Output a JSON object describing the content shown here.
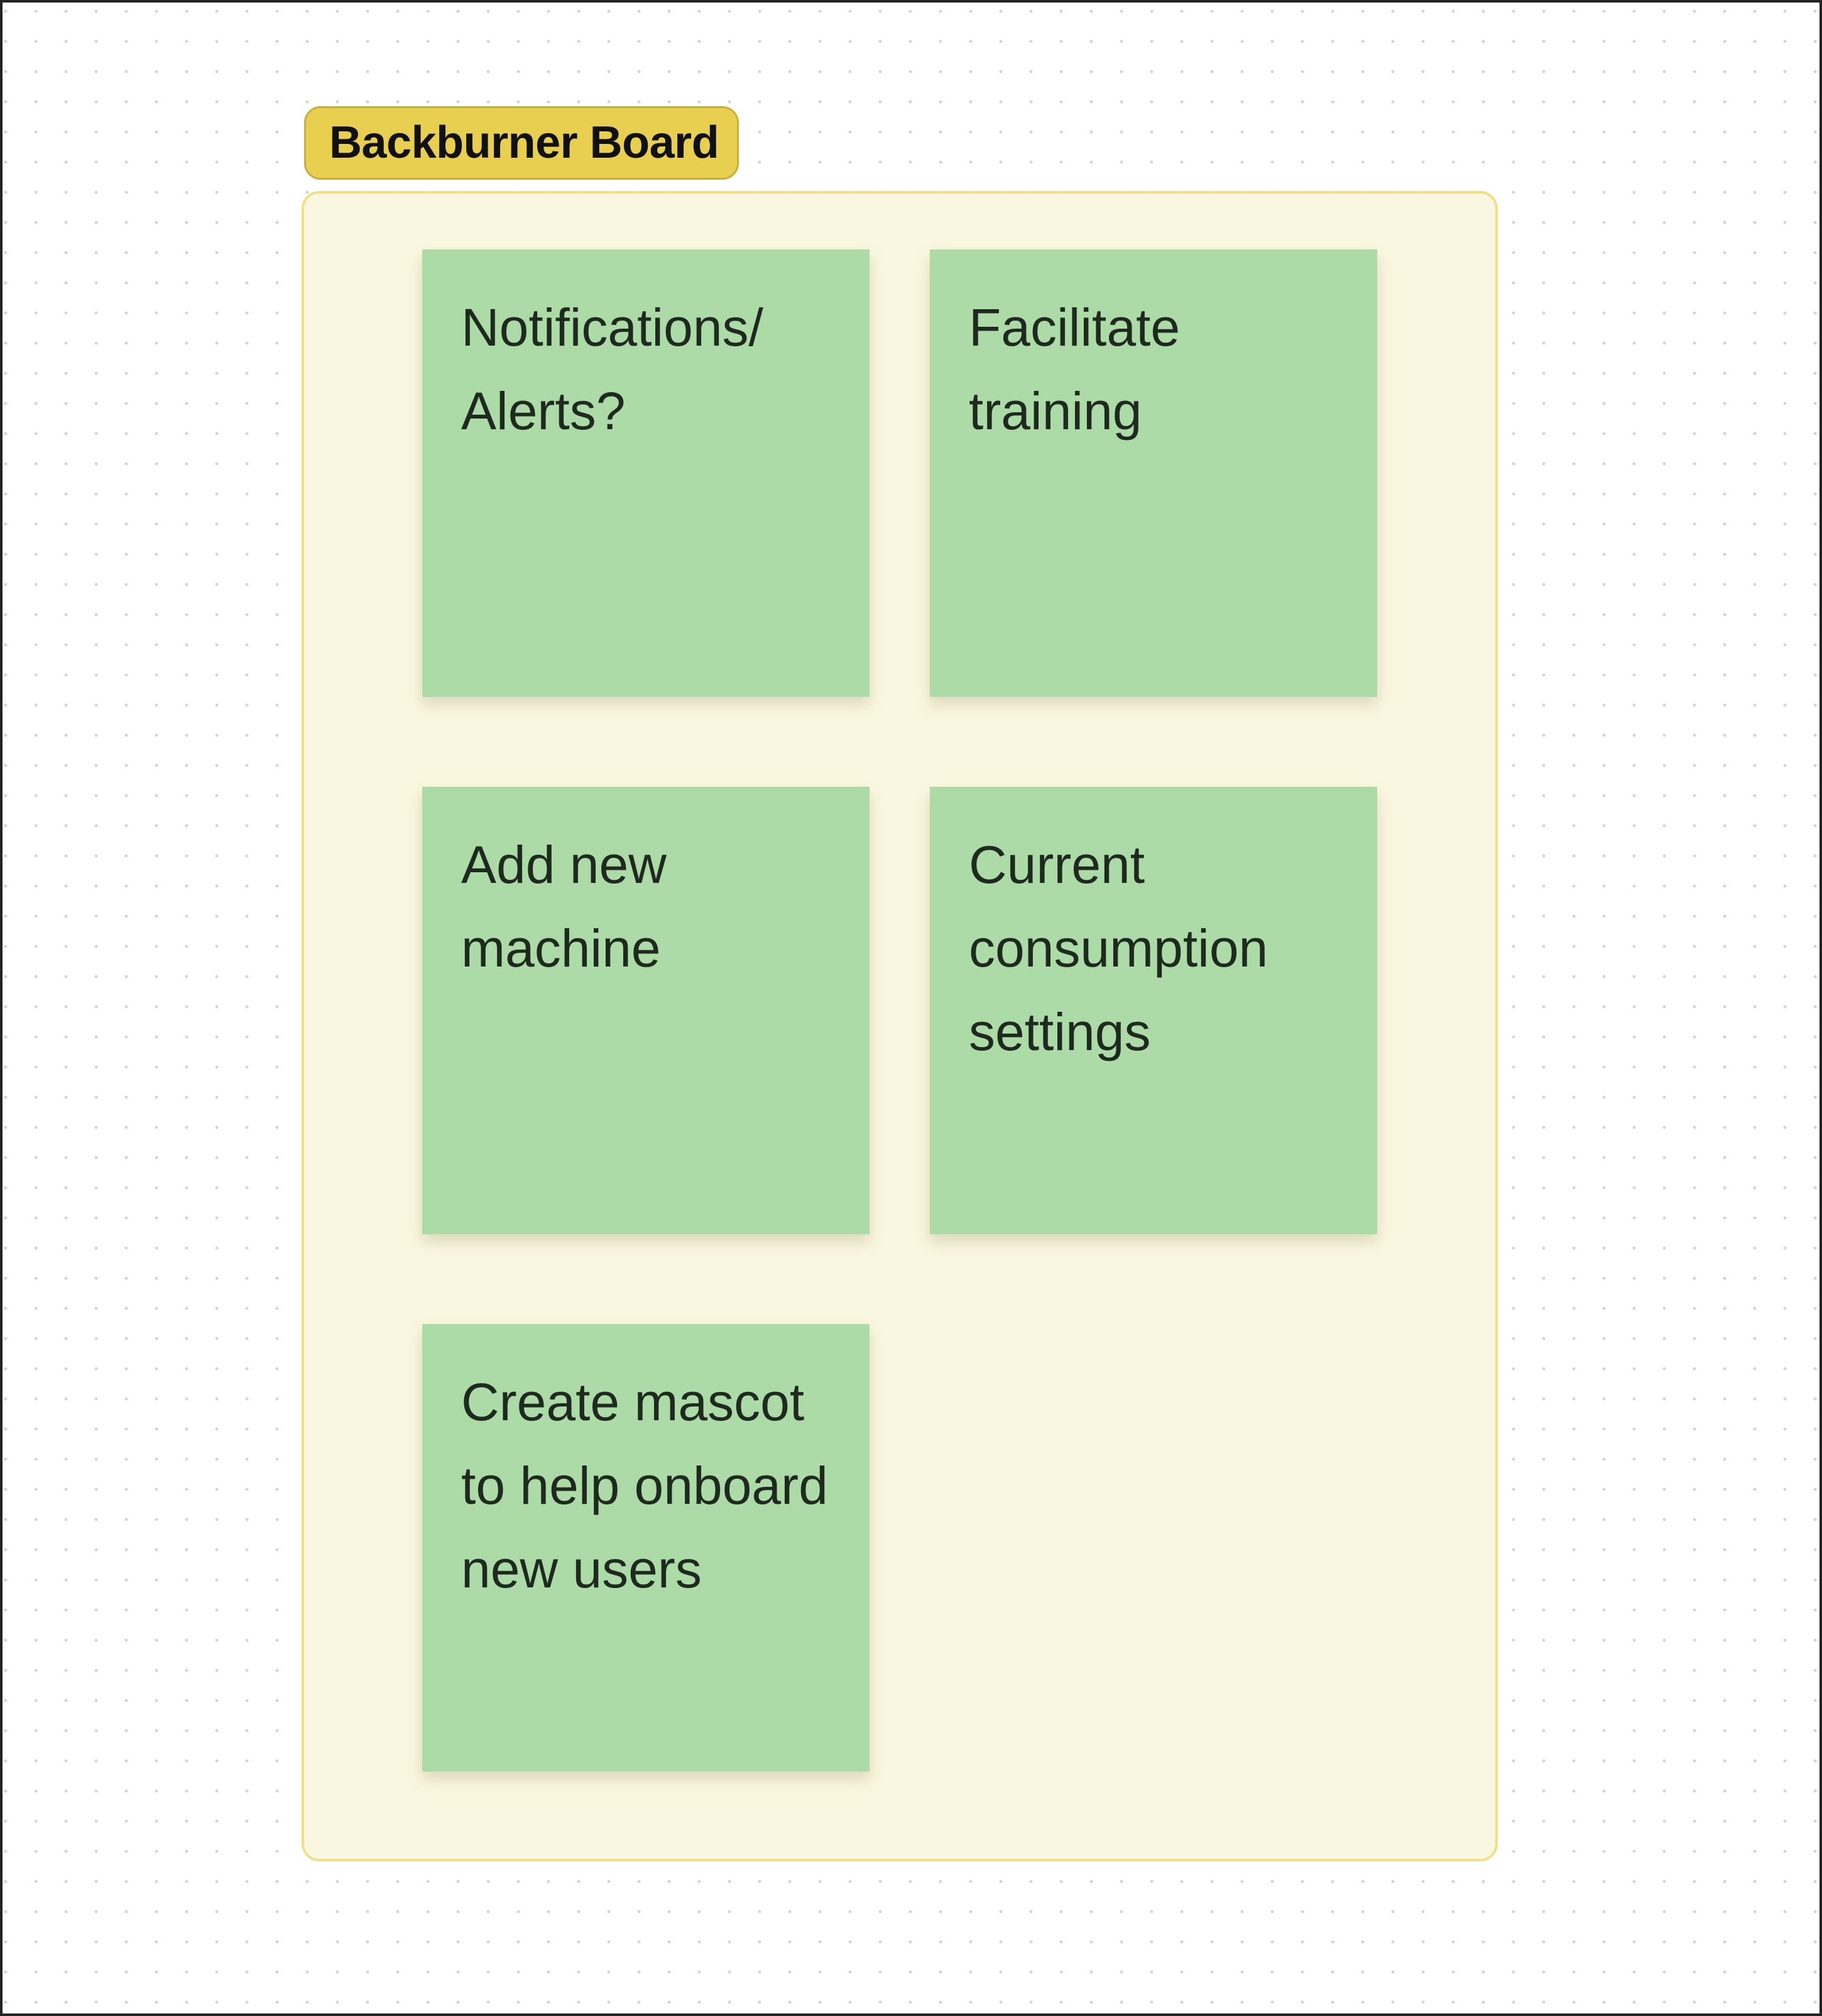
{
  "section": {
    "label": "Backburner Board",
    "label_color": "#e9cf4f",
    "frame_color": "#faf7e0"
  },
  "stickies": [
    {
      "text": "Notifications/ Alerts?",
      "color": "#acdba8"
    },
    {
      "text": "Facilitate training",
      "color": "#acdba8"
    },
    {
      "text": "Add new machine",
      "color": "#acdba8"
    },
    {
      "text": "Current consumption settings",
      "color": "#acdba8"
    },
    {
      "text": "Create mascot to help onboard new users",
      "color": "#acdba8"
    }
  ]
}
